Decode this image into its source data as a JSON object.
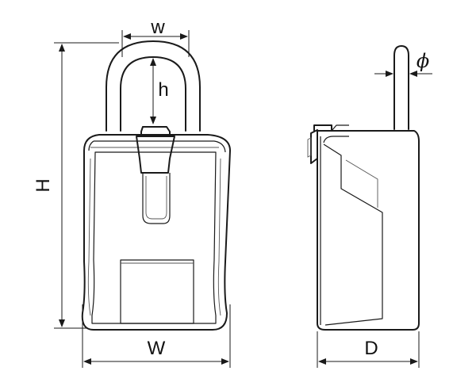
{
  "labels": {
    "shackle_clearance_width": "w",
    "shackle_clearance_height": "h",
    "overall_height": "H",
    "body_width": "W",
    "depth": "D",
    "shackle_diameter": "ϕ"
  },
  "colors": {
    "stroke": "#1a1a1a",
    "background": "#ffffff"
  }
}
